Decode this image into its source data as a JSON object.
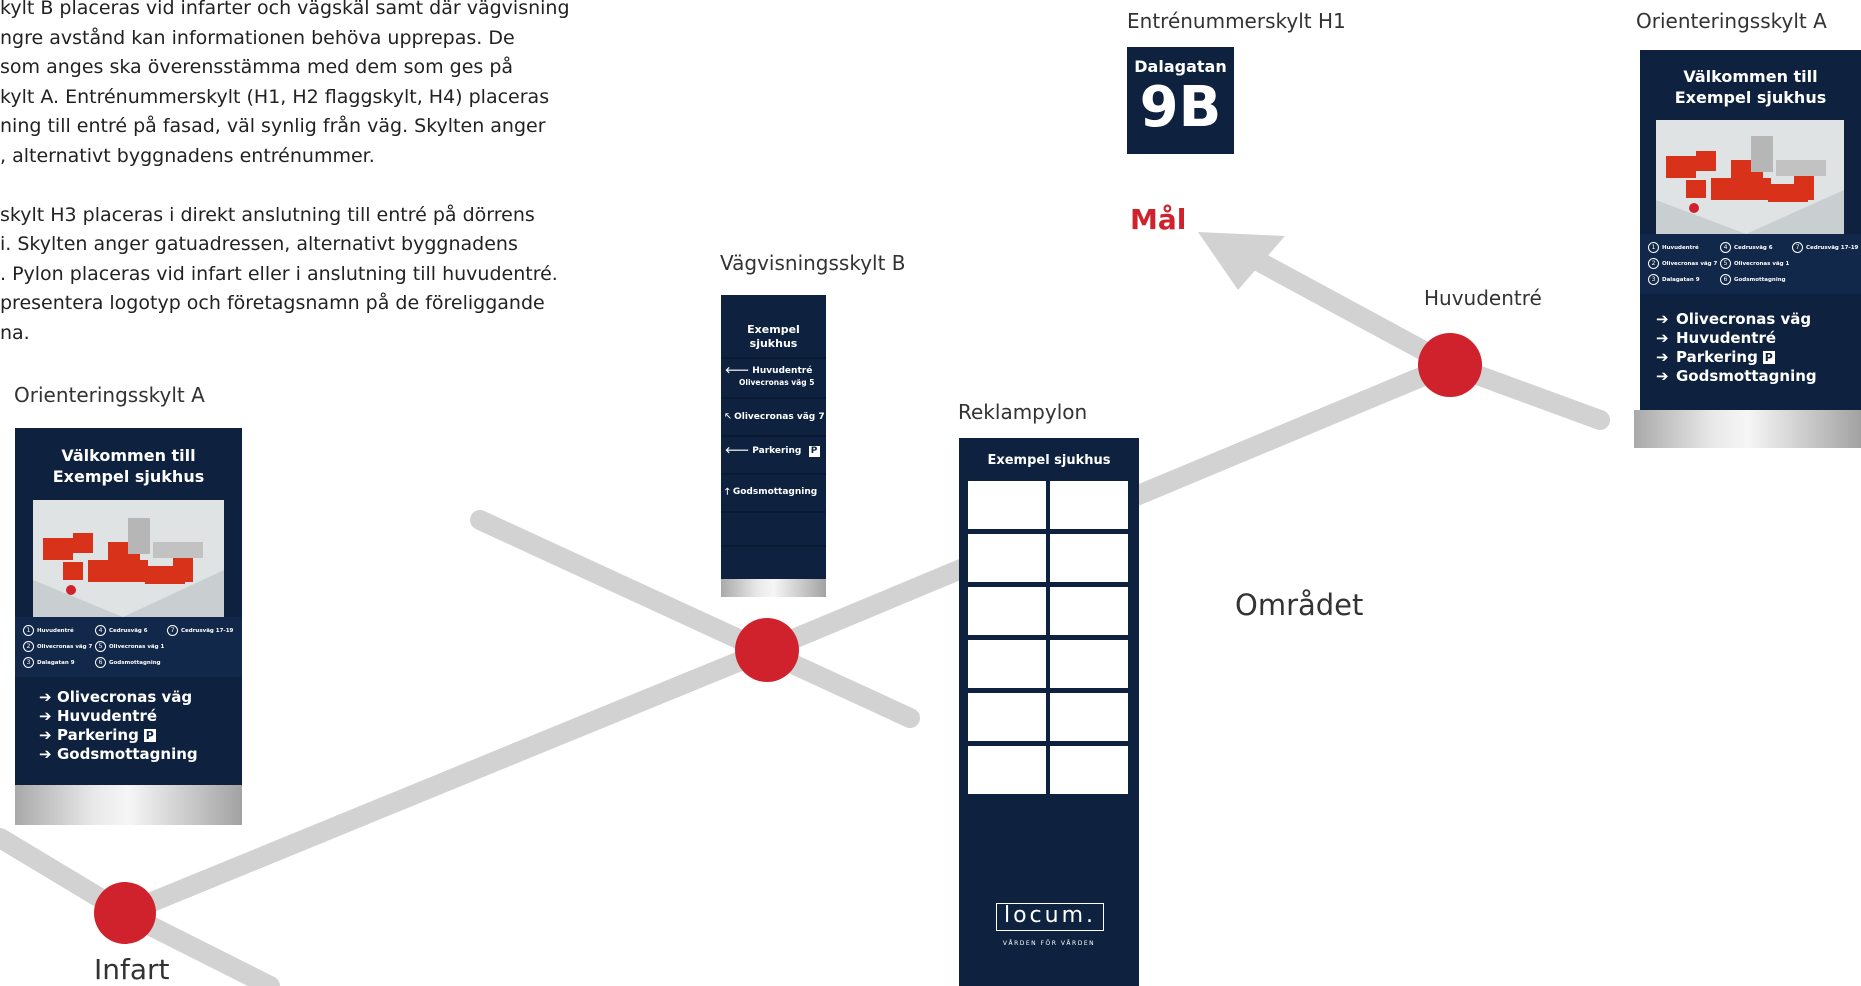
{
  "text_lines": [
    "kylt B placeras vid infarter och vägskäl samt där vägvisning",
    "ngre avstånd kan informationen behöva upprepas. De",
    "som anges ska överensstämma med dem som ges på",
    "kylt A. Entrénummerskylt (H1, H2 flaggskylt, H4) placeras",
    "ning till entré på fasad, väl synlig från väg. Skylten anger",
    ", alternativt byggnadens entrénummer.",
    "",
    "skylt H3 placeras i direkt anslutning till entré på dörrens",
    "i. Skylten anger gatuadressen, alternativt byggnadens",
    ". Pylon placeras vid infart eller i anslutning till huvudentré.",
    " presentera logotyp och företagsnamn på de föreliggande",
    "na."
  ],
  "labels": {
    "orient_a_left": "Orienteringsskylt A",
    "orient_a_right": "Orienteringsskylt A",
    "vagvisning": "Vägvisningsskylt B",
    "reklampylon": "Reklampylon",
    "entre": "Entrénummerskylt H1",
    "huvudentre": "Huvudentré",
    "omradet": "Området",
    "mal": "Mål",
    "infart": "Infart"
  },
  "orient_sign": {
    "title_line1": "Välkommen till",
    "title_line2": "Exempel sjukhus",
    "legend": [
      [
        "1",
        "Huvudentré"
      ],
      [
        "4",
        "Cedrusväg 6"
      ],
      [
        "7",
        "Cedrusväg 17-19"
      ],
      [
        "2",
        "Olivecronas väg 7"
      ],
      [
        "5",
        "Olivecronas väg 1"
      ],
      [
        "3",
        "Dalagatan 9"
      ],
      [
        "6",
        "Godsmottagning"
      ]
    ],
    "directions": [
      "Olivecronas väg",
      "Huvudentré",
      "Parkering",
      "Godsmottagning"
    ],
    "parking_symbol": "P"
  },
  "vagvisning_sign": {
    "title_line1": "Exempel",
    "title_line2": "sjukhus",
    "row1_main": "Huvudentré",
    "row1_sub": "Olivecronas väg 5",
    "row2": "Olivecronas väg 7",
    "row3": "Parkering",
    "row4": "Godsmottagning",
    "parking_symbol": "P"
  },
  "pylon": {
    "title": "Exempel sjukhus",
    "logo": "locum.",
    "tagline": "VÅRDEN FÖR VÅRDEN"
  },
  "entre_sign": {
    "street": "Dalagatan",
    "number": "9B"
  },
  "colors": {
    "navy": "#0e2240",
    "red": "#d0222c",
    "path_gray": "#d2d2d2",
    "building_red": "#d9321b"
  }
}
